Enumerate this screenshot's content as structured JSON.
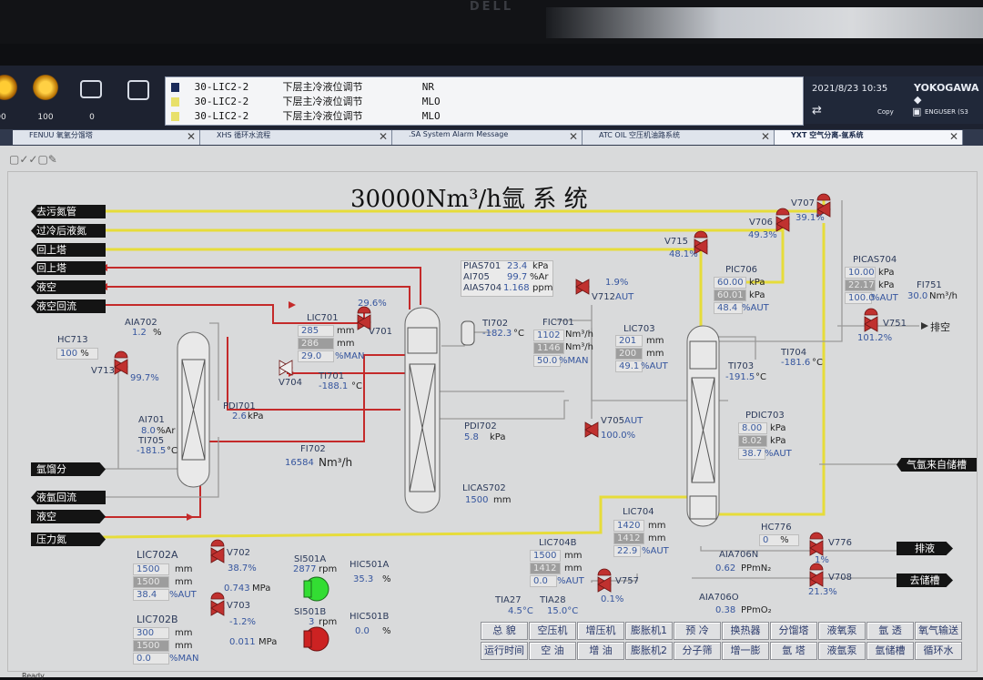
{
  "bezel_brand": "DELL",
  "system": {
    "counts": [
      "00",
      "100",
      "0"
    ],
    "datetime": "2021/8/23 10:35",
    "vendor": "YOKOGAWA ◆",
    "copy_label": "Copy",
    "user": "ENGUSER (S3"
  },
  "alarms": [
    {
      "tag": "30-LIC2-2",
      "desc": "下层主冷液位调节",
      "status": "NR",
      "ack_color": "#1a2b5a"
    },
    {
      "tag": "30-LIC2-2",
      "desc": "下层主冷液位调节",
      "status": "MLO",
      "ack_color": "#e8e06a"
    },
    {
      "tag": "30-LIC2-2",
      "desc": "下层主冷液位调节",
      "status": "MLO",
      "ack_color": "#e8e06a"
    }
  ],
  "tabs": [
    {
      "label": "FENUU 氧氩分馏塔"
    },
    {
      "label": "XHS 循环水流程"
    },
    {
      "label": ".SA System Alarm Message"
    },
    {
      "label": "ATC OIL 空压机油路系统"
    },
    {
      "label": "YXT 空气分离-氩系统"
    }
  ],
  "toolbar_icons": "▢✓✓▢✎",
  "diagram": {
    "title": "30000Nm³/h氩 系 统",
    "left_tags": [
      "去污氮管",
      "过冷后液氮",
      "回上塔",
      "回上塔",
      "液空",
      "液空回流",
      "氩馏分",
      "液氩回流",
      "液空",
      "压力氮"
    ],
    "right_tags": [
      "排空",
      "气氩来自储槽",
      "排液",
      "去储槽"
    ],
    "instruments": {
      "aia702": {
        "tag": "AIA702",
        "value": "1.2",
        "unit": "%"
      },
      "hc713": {
        "tag": "HC713",
        "value": "100",
        "unit": "%"
      },
      "v713": {
        "tag": "V713",
        "value": "99.7%"
      },
      "ai701": {
        "tag": "AI701",
        "value": "8.0",
        "unit": "%Ar"
      },
      "ti705": {
        "tag": "TI705",
        "value": "-181.5",
        "unit": "°C"
      },
      "pdi701": {
        "tag": "PDI701",
        "value": "2.6",
        "unit": "kPa"
      },
      "lic701": {
        "tag": "LIC701",
        "pv": "285",
        "sv": "286",
        "mv": "29.0",
        "mode": "%MAN",
        "unit": "mm"
      },
      "v701": {
        "tag": "V701",
        "value": "29.6%"
      },
      "v704": {
        "tag": "V704"
      },
      "ti701": {
        "tag": "TI701",
        "value": "-188.1",
        "unit": "°C"
      },
      "fi702": {
        "tag": "FI702",
        "value": "16584",
        "unit": "Nm³/h"
      },
      "pdi702": {
        "tag": "PDI702",
        "value": "5.8",
        "unit": "kPa"
      },
      "licas702": {
        "tag": "LICAS702",
        "value": "1500",
        "unit": "mm"
      },
      "pias701": {
        "tag": "PIAS701",
        "value": "23.4",
        "unit": "kPa"
      },
      "ai705": {
        "tag": "AI705",
        "value": "99.7",
        "unit": "%Ar"
      },
      "aias704": {
        "tag": "AIAS704",
        "value": "1.168",
        "unit": "ppm"
      },
      "ti702": {
        "tag": "TI702",
        "value": "-182.3",
        "unit": "°C"
      },
      "v712": {
        "tag": "V712",
        "value": "1.9%",
        "mode": "AUT"
      },
      "fic701": {
        "tag": "FIC701",
        "pv": "1102",
        "sv": "1146",
        "mv": "50.0",
        "mode": "%MAN",
        "unit": "Nm³/h"
      },
      "v705": {
        "tag": "V705",
        "value": "100.0%",
        "mode": "AUT"
      },
      "lic703": {
        "tag": "LIC703",
        "pv": "201",
        "sv": "200",
        "mv": "49.1",
        "mode": "%AUT",
        "unit": "mm"
      },
      "v715": {
        "tag": "V715",
        "value": "48.1%"
      },
      "v706": {
        "tag": "V706",
        "value": "49.3%"
      },
      "v707": {
        "tag": "V707",
        "value": "39.1%"
      },
      "pic706": {
        "tag": "PIC706",
        "pv": "60.00",
        "sv": "60.01",
        "mv": "48.4",
        "mode": "%AUT",
        "unit": "kPa"
      },
      "ti703": {
        "tag": "TI703",
        "value": "-191.5",
        "unit": "°C"
      },
      "ti704": {
        "tag": "TI704",
        "value": "-181.6",
        "unit": "°C"
      },
      "picas704": {
        "tag": "PICAS704",
        "pv": "10.00",
        "sv": "22.17",
        "mv": "100.0",
        "mode": "%AUT",
        "unit": "kPa"
      },
      "v751": {
        "tag": "V751",
        "value": "101.2%"
      },
      "fi751": {
        "tag": "FI751",
        "value": "30.0",
        "unit": "Nm³/h"
      },
      "pdic703": {
        "tag": "PDIC703",
        "pv": "8.00",
        "sv": "8.02",
        "mv": "38.7",
        "mode": "%AUT",
        "unit": "kPa"
      },
      "lic704": {
        "tag": "LIC704",
        "pv": "1420",
        "sv": "1412",
        "mv": "22.9",
        "mode": "%AUT",
        "unit": "mm"
      },
      "lic704b": {
        "tag": "LIC704B",
        "pv": "1500",
        "sv": "1412",
        "mv": "0.0",
        "mode": "%AUT",
        "unit": "mm"
      },
      "v757": {
        "tag": "V757",
        "value": "0.1%"
      },
      "hc776": {
        "tag": "HC776",
        "value": "0",
        "unit": "%"
      },
      "v776": {
        "tag": "V776",
        "value": "1%"
      },
      "aia706n": {
        "tag": "AIA706N",
        "value": "0.62",
        "unit": "PPmN₂"
      },
      "v708": {
        "tag": "V708",
        "value": "21.3%"
      },
      "aia706o": {
        "tag": "AIA706O",
        "value": "0.38",
        "unit": "PPmO₂"
      },
      "tia27": {
        "tag": "TIA27",
        "value": "4.5°C"
      },
      "tia28": {
        "tag": "TIA28",
        "value": "15.0°C"
      },
      "lic702a": {
        "tag": "LIC702A",
        "pv": "1500",
        "sv": "1500",
        "mv": "38.4",
        "mode": "%AUT",
        "unit": "mm"
      },
      "v702": {
        "tag": "V702",
        "value": "38.7%",
        "pressure": "0.743",
        "punit": "MPa"
      },
      "v703": {
        "tag": "V703",
        "value": "-1.2%",
        "pressure": "0.011",
        "punit": "MPa"
      },
      "lic702b": {
        "tag": "LIC702B",
        "pv": "300",
        "sv": "1500",
        "mv": "0.0",
        "mode": "%MAN",
        "unit": "mm"
      },
      "si501a": {
        "tag": "SI501A",
        "value": "2877",
        "unit": "rpm"
      },
      "si501b": {
        "tag": "SI501B",
        "value": "3",
        "unit": "rpm"
      },
      "hic501a": {
        "tag": "HIC501A",
        "value": "35.3",
        "unit": "%"
      },
      "hic501b": {
        "tag": "HIC501B",
        "value": "0.0",
        "unit": "%"
      }
    },
    "pump_a_color": "#33dd33",
    "pump_b_color": "#cc2222"
  },
  "nav_buttons": [
    [
      "总  貌",
      "空压机",
      "增压机",
      "膨胀机1",
      "预  冷",
      "换热器",
      "分馏塔",
      "液氧泵",
      "氩  透",
      "氧气输送"
    ],
    [
      "运行时间",
      "空  油",
      "增  油",
      "膨胀机2",
      "分子筛",
      "增一膨",
      "氩  塔",
      "液氩泵",
      "氩储槽",
      "循环水"
    ]
  ],
  "status_text": "Ready"
}
